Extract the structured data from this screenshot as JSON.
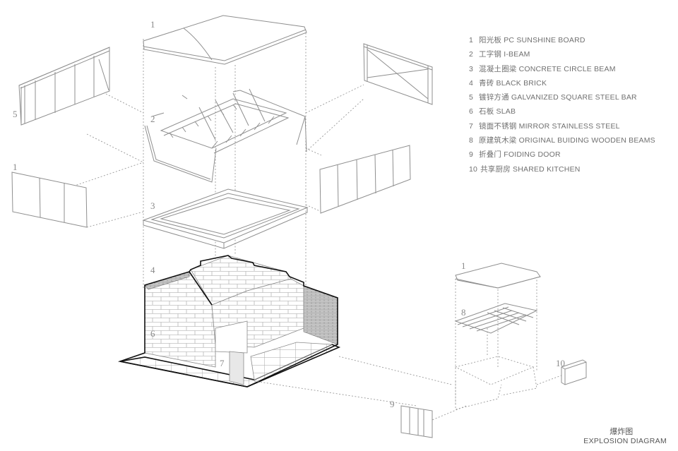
{
  "legend": {
    "items": [
      {
        "num": "1",
        "text": "阳光板 PC SUNSHINE BOARD"
      },
      {
        "num": "2",
        "text": "工字钢 I-BEAM"
      },
      {
        "num": "3",
        "text": "混凝土圈梁 CONCRETE CIRCLE BEAM"
      },
      {
        "num": "4",
        "text": "青砖 BLACK BRICK"
      },
      {
        "num": "5",
        "text": "镀锌方通 GALVANIZED SQUARE STEEL BAR"
      },
      {
        "num": "6",
        "text": "石板 SLAB"
      },
      {
        "num": "7",
        "text": "镜面不锈钢 MIRROR STAINLESS STEEL"
      },
      {
        "num": "8",
        "text": "原建筑木梁 ORIGINAL BUIDING WOODEN BEAMS"
      },
      {
        "num": "9",
        "text": "折叠门 FOIDING DOOR"
      },
      {
        "num": "10",
        "text": "共享厨房 SHARED KITCHEN"
      }
    ]
  },
  "callouts": {
    "roof_main": "1",
    "panel_left": "1",
    "panel_left_frame": "5",
    "ibeam": "2",
    "ring_beam": "3",
    "brick": "4",
    "slab": "6",
    "mirror": "7",
    "roof_small": "1",
    "wood_beams": "8",
    "folding_door": "9",
    "kitchen": "10"
  },
  "caption": {
    "cn": "爆炸图",
    "en": "EXPLOSION DIAGRAM"
  }
}
